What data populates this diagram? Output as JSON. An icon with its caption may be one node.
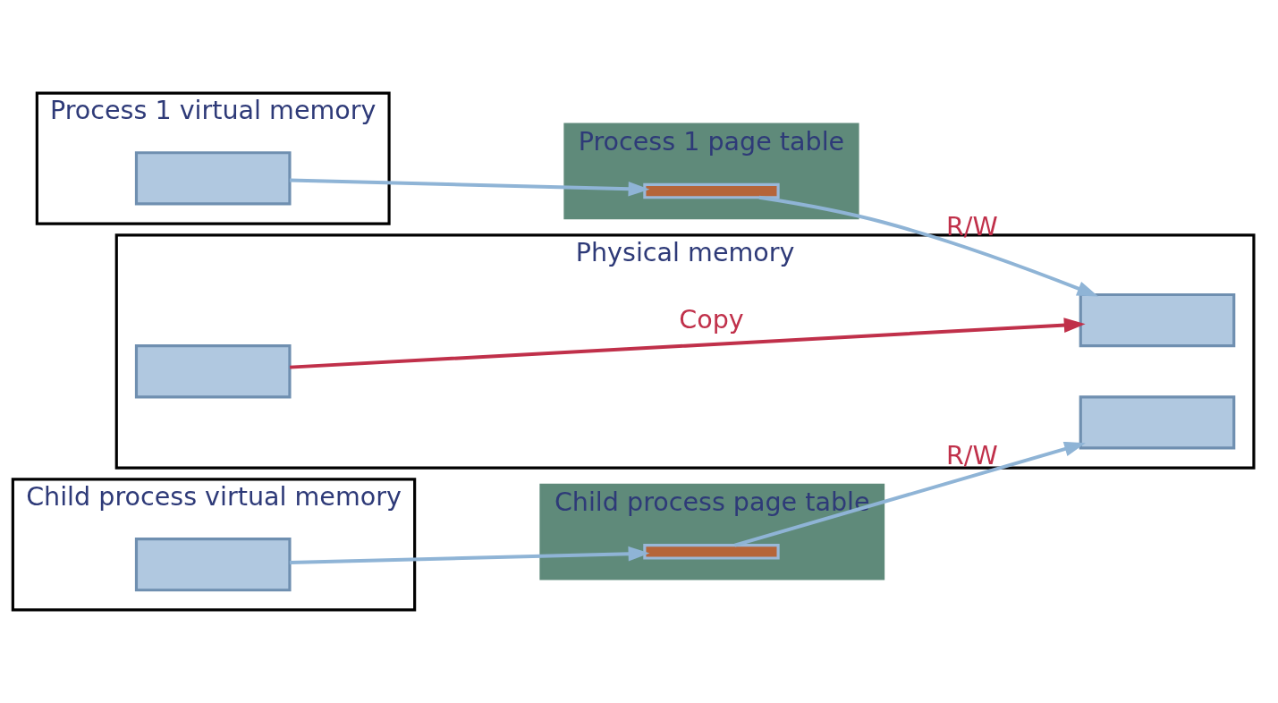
{
  "diagram": {
    "nodes": [
      {
        "text": [
          "Process 1 virtual memory"
        ]
      },
      {
        "text": [],
        "shape": "box",
        "in": 0
      },
      {
        "text": [
          "Process 1 page table"
        ]
      },
      {
        "text": [],
        "shape": "bar",
        "in": 2
      },
      {
        "text": [
          "Physical memory"
        ]
      },
      {
        "text": [],
        "shape": "box",
        "in": 4
      },
      {
        "text": [],
        "shape": "box",
        "in": 4
      },
      {
        "text": [],
        "shape": "box",
        "in": 4
      },
      {
        "text": [
          "Child process page table"
        ]
      },
      {
        "text": [],
        "shape": "bar",
        "in": 8
      },
      {
        "text": [
          "Child process virtual memory"
        ]
      },
      {
        "text": [],
        "shape": "box",
        "in": 10
      }
    ],
    "edges": [
      {
        "from": 1,
        "to": 3,
        "arrow": "to"
      },
      {
        "from": 3,
        "to": 6,
        "arrow": "to",
        "label": "R/W"
      },
      {
        "from": 11,
        "to": 9,
        "arrow": "to"
      },
      {
        "from": 9,
        "to": 7,
        "arrow": "to",
        "label": "R/W"
      },
      {
        "from": 5,
        "to": 6,
        "arrow": "to",
        "label": "Copy",
        "color": "#c0304a"
      }
    ]
  }
}
